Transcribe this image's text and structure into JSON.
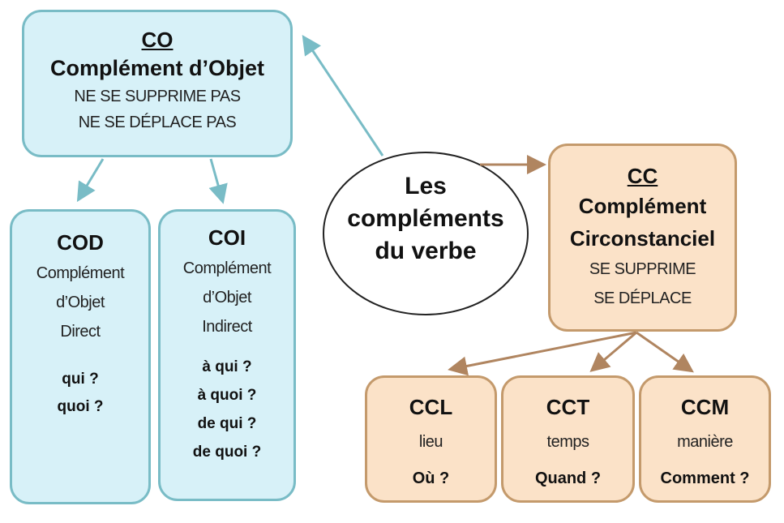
{
  "center": {
    "lines": [
      "Les",
      "compléments",
      "du verbe"
    ]
  },
  "co": {
    "abbr": "CO",
    "title": "Complément d’Objet",
    "rules": [
      "NE SE SUPPRIME PAS",
      "NE SE DÉPLACE PAS"
    ]
  },
  "cod": {
    "abbr": "COD",
    "desc": [
      "Complément",
      "d’Objet",
      "Direct"
    ],
    "questions": [
      "qui ?",
      "quoi ?"
    ]
  },
  "coi": {
    "abbr": "COI",
    "desc": [
      "Complément",
      "d’Objet",
      "Indirect"
    ],
    "questions": [
      "à qui ?",
      "à quoi ?",
      "de qui ?",
      "de quoi ?"
    ]
  },
  "cc": {
    "abbr": "CC",
    "title": [
      "Complément",
      "Circonstanciel"
    ],
    "rules": [
      "SE SUPPRIME",
      "SE DÉPLACE"
    ]
  },
  "ccl": {
    "abbr": "CCL",
    "desc": "lieu",
    "question": "Où ?"
  },
  "cct": {
    "abbr": "CCT",
    "desc": "temps",
    "question": "Quand ?"
  },
  "ccm": {
    "abbr": "CCM",
    "desc": "manière",
    "question": "Comment ?"
  },
  "colors": {
    "blue_fill": "#d7f1f8",
    "blue_border": "#79bcc6",
    "orange_fill": "#fbe2c8",
    "orange_border": "#c49a6c"
  }
}
